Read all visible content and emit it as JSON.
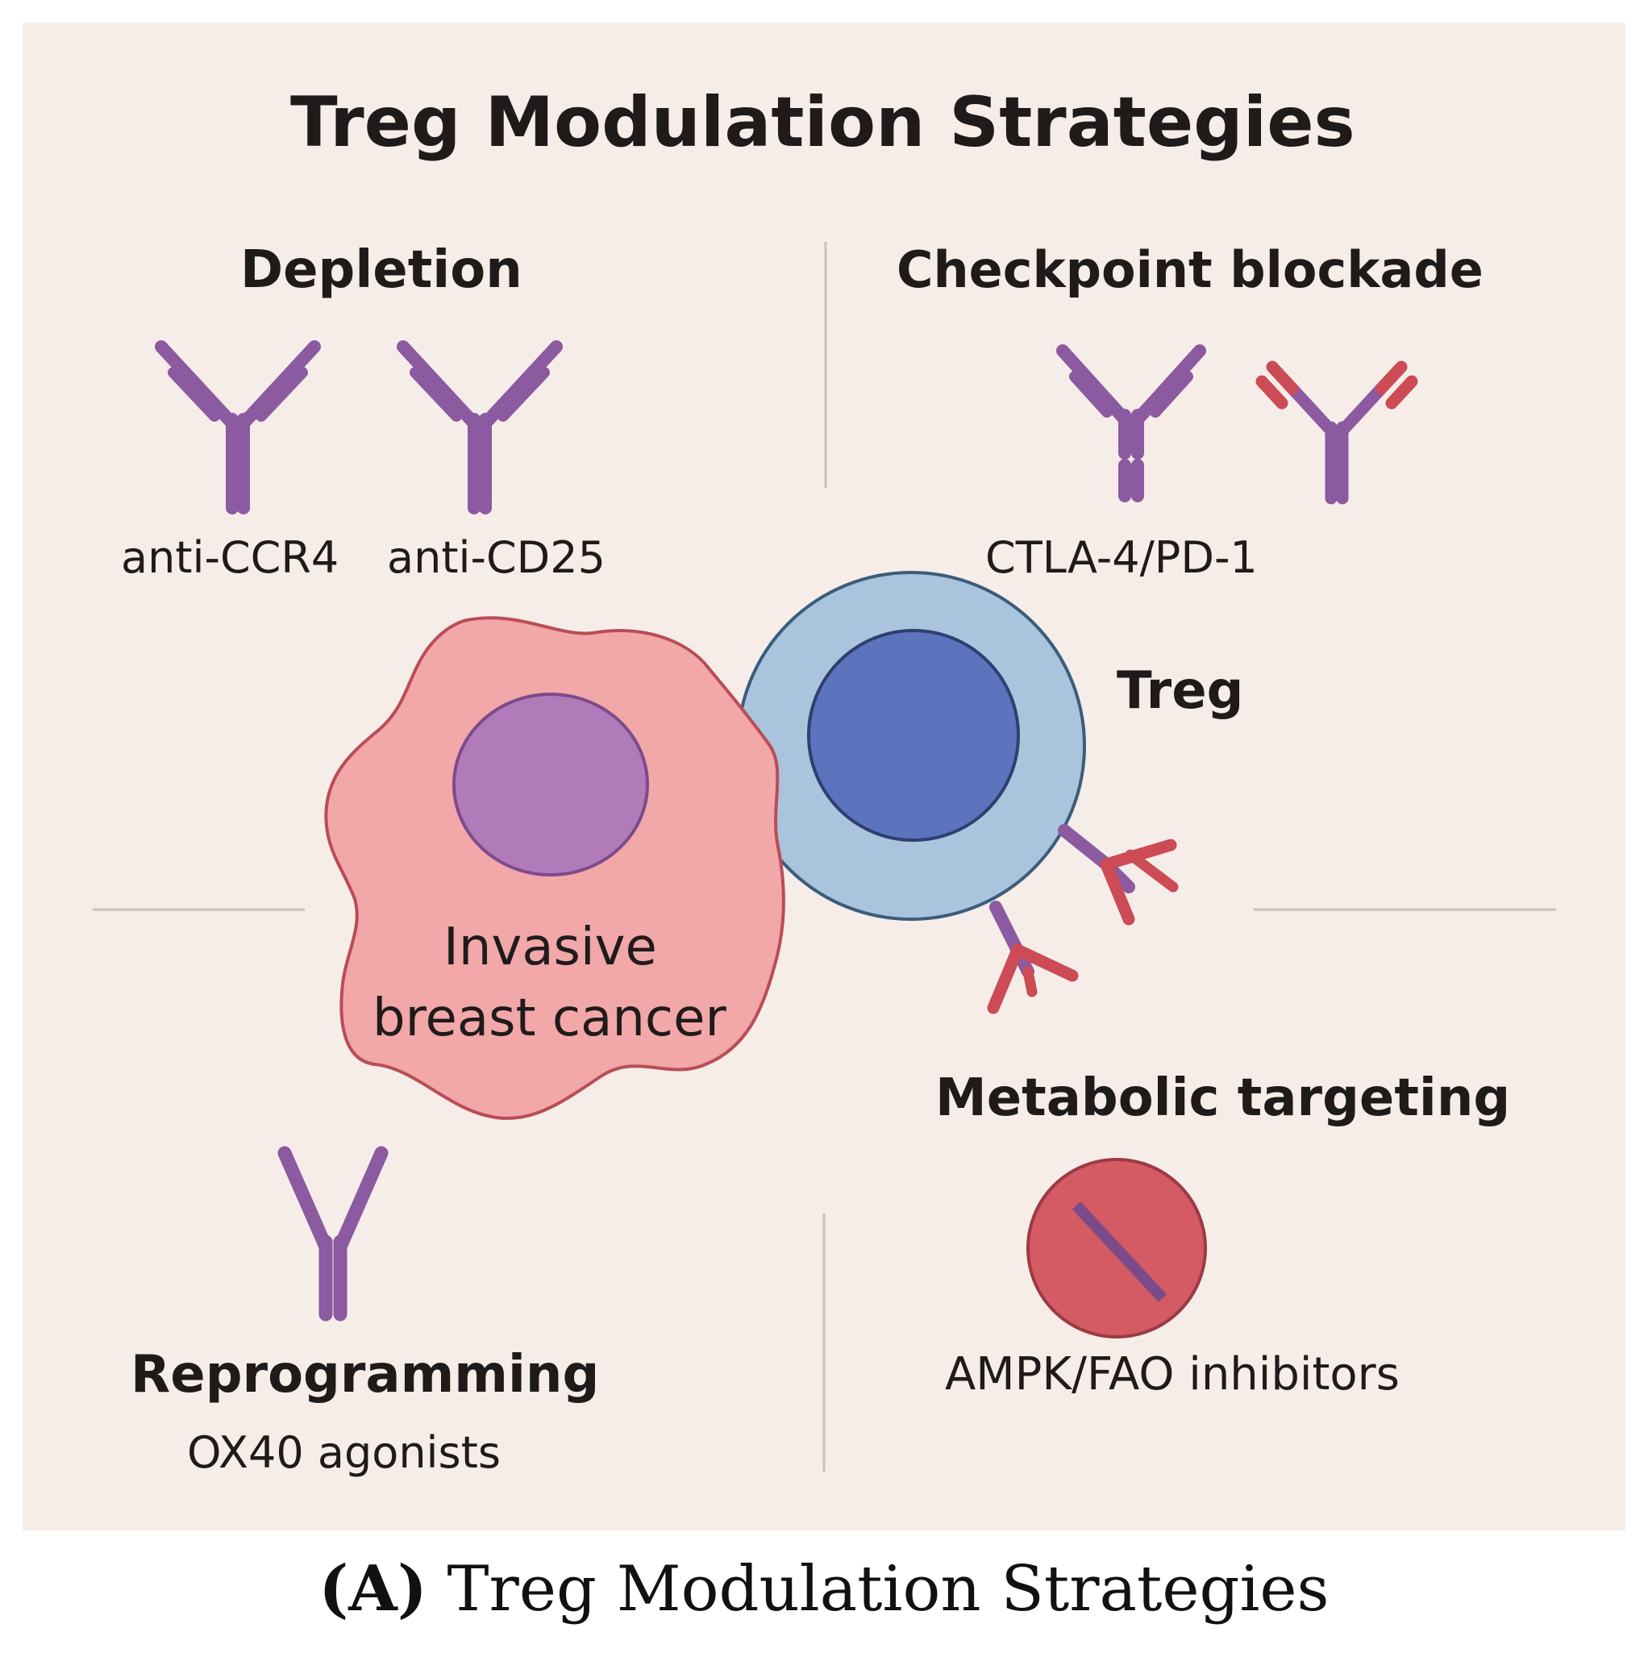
{
  "diagram": {
    "title": "Treg Modulation Strategies",
    "quadrants": {
      "depletion": {
        "heading": "Depletion",
        "labels": [
          "anti-CCR4",
          "anti-CD25"
        ]
      },
      "checkpoint": {
        "heading": "Checkpoint blockade",
        "label": "CTLA-4/PD-1"
      },
      "reprogramming": {
        "heading": "Reprogramming",
        "label": "OX40 agonists"
      },
      "metabolic": {
        "heading": "Metabolic targeting",
        "label": "AMPK/FAO inhibitors"
      }
    },
    "cells": {
      "cancer": {
        "line1": "Invasive",
        "line2": "breast cancer"
      },
      "treg": {
        "label": "Treg"
      }
    },
    "colors": {
      "background": "#f6ede8",
      "antibody_purple": "#8c5aa0",
      "antibody_red": "#cc4b55",
      "cancer_cell": "#f2a7a8",
      "cancer_nucleus": "#b07bb8",
      "treg_cell": "#a9c4dc",
      "treg_nucleus": "#5c73bd",
      "inhibitor": "#d45a63"
    }
  },
  "caption": {
    "label": "(A)",
    "text": "Treg Modulation Strategies"
  }
}
